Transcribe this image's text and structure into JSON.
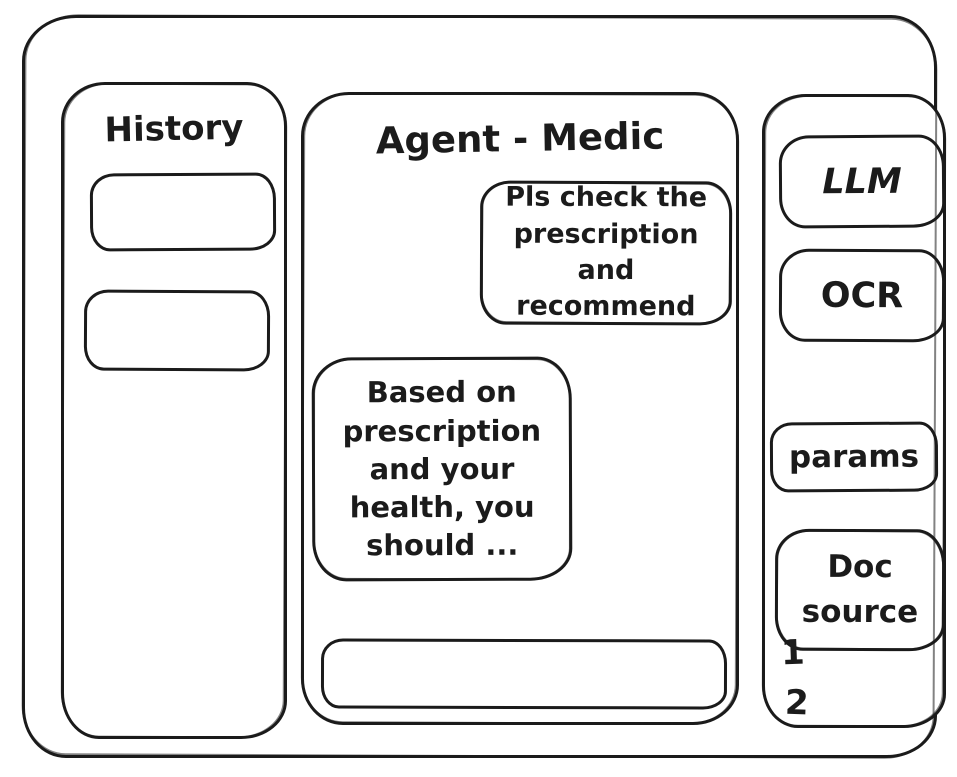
{
  "window": {
    "background": "#ffffff",
    "stroke_color": "#1b1b1b"
  },
  "history_panel": {
    "title": "History",
    "items": [
      {
        "label": ""
      },
      {
        "label": ""
      }
    ]
  },
  "chat_panel": {
    "title": "Agent - Medic",
    "messages": [
      {
        "role": "user",
        "text": "Pls check the\nprescription\nand recommend"
      },
      {
        "role": "assistant",
        "text": "Based on\nprescription\nand your\nhealth, you\nshould ..."
      }
    ],
    "input": {
      "value": "",
      "placeholder": ""
    }
  },
  "tools_panel": {
    "buttons": [
      {
        "label": "LLM"
      },
      {
        "label": "OCR"
      },
      {
        "label": "params"
      }
    ],
    "doc_source": {
      "label": "Doc\nsource",
      "items": [
        {
          "label": "1"
        },
        {
          "label": "2"
        }
      ]
    }
  }
}
